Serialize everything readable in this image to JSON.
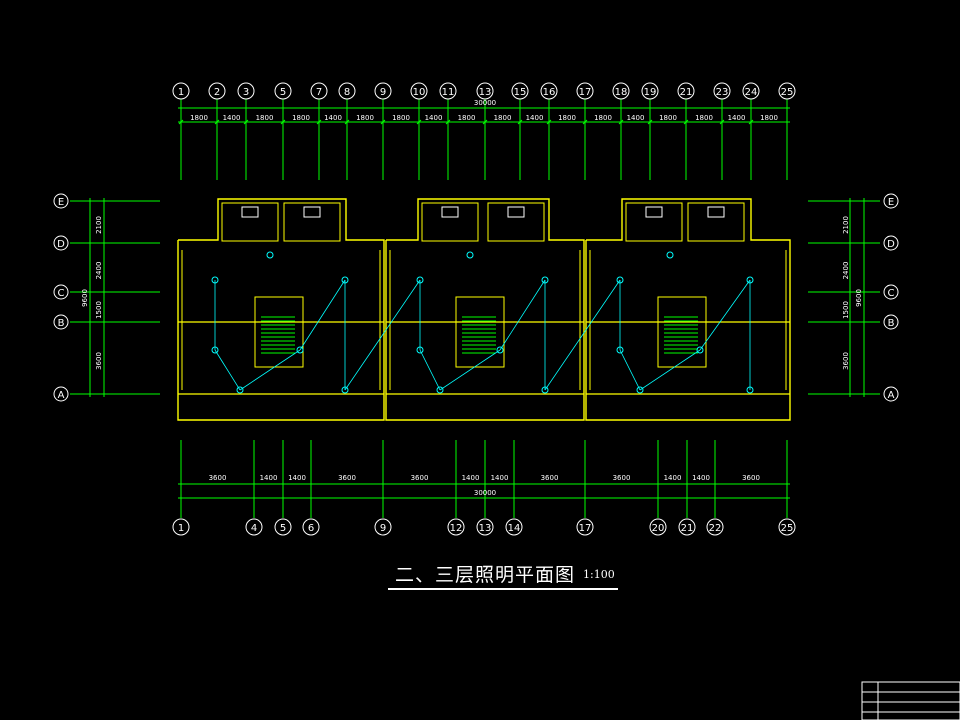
{
  "drawing": {
    "title": "二、三层照明平面图",
    "scale": "1:100"
  },
  "colors": {
    "background": "#000000",
    "grid_line": "#00ff00",
    "wall": "#ffff00",
    "dimension_text": "#ffffff",
    "lighting_wire": "#00ffff",
    "fixture": "#00ffff",
    "stair": "#00ff00"
  },
  "top_axes": [
    "1",
    "2",
    "3",
    "5",
    "7",
    "8",
    "9",
    "10",
    "11",
    "13",
    "15",
    "16",
    "17",
    "18",
    "19",
    "21",
    "23",
    "24",
    "25"
  ],
  "top_dims": [
    "1800",
    "1400",
    "1800",
    "1800",
    "1400",
    "1800",
    "1800",
    "1400",
    "1800",
    "1800",
    "1400",
    "1800",
    "1800",
    "1400",
    "1800",
    "1800",
    "1400",
    "1800"
  ],
  "top_total": "30000",
  "bottom_axes": [
    "1",
    "4",
    "5",
    "6",
    "9",
    "12",
    "13",
    "14",
    "17",
    "20",
    "21",
    "22",
    "25"
  ],
  "bottom_dims": [
    "3600",
    "1400",
    "1400",
    "3600",
    "3600",
    "1400",
    "1400",
    "3600",
    "3600",
    "1400",
    "1400",
    "3600"
  ],
  "bottom_total": "30000",
  "side_axes": [
    "E",
    "D",
    "C",
    "B",
    "A"
  ],
  "left_dims": [
    "2100",
    "2400",
    "1500",
    "3600"
  ],
  "left_total": "9600",
  "right_dims": [
    "2100",
    "2400",
    "1500",
    "3600"
  ],
  "right_total": "9600"
}
